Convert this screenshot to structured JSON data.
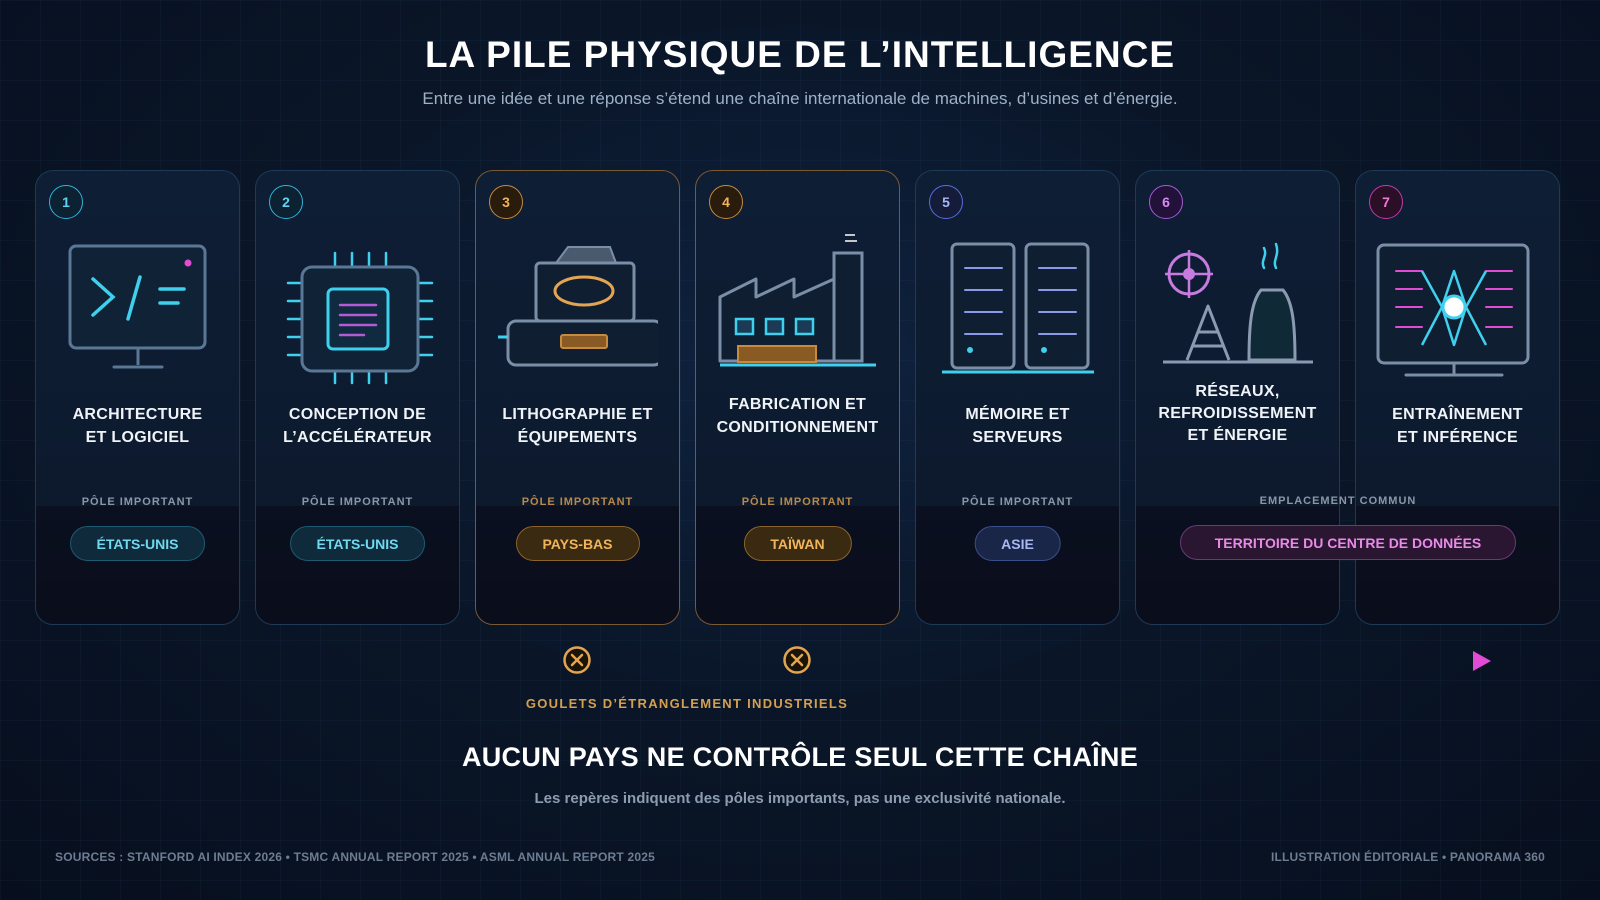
{
  "header": {
    "title": "LA PILE PHYSIQUE DE L’INTELLIGENCE",
    "subtitle": "Entre une idée et une réponse s’étend une chaîne internationale de machines, d’usines et d’énergie."
  },
  "colors": {
    "cyan": "#3fc6e6",
    "amber": "#e3a552",
    "blue": "#7f94e6",
    "purple": "#c77ae0",
    "magenta": "#e24bd4"
  },
  "cards": [
    {
      "number": "1",
      "title_line1": "ARCHITECTURE",
      "title_line2": "ET LOGICIEL",
      "title_line3": "",
      "icon": "code-monitor-icon",
      "pole_label": "PÔLE IMPORTANT",
      "pole": "ÉTATS-UNIS"
    },
    {
      "number": "2",
      "title_line1": "CONCEPTION DE",
      "title_line2": "L’ACCÉLÉRATEUR",
      "title_line3": "",
      "icon": "chip-icon",
      "pole_label": "PÔLE IMPORTANT",
      "pole": "ÉTATS-UNIS"
    },
    {
      "number": "3",
      "title_line1": "LITHOGRAPHIE ET",
      "title_line2": "ÉQUIPEMENTS",
      "title_line3": "",
      "icon": "lithography-machine-icon",
      "pole_label": "PÔLE IMPORTANT",
      "pole": "PAYS-BAS"
    },
    {
      "number": "4",
      "title_line1": "FABRICATION ET",
      "title_line2": "CONDITIONNEMENT",
      "title_line3": "",
      "icon": "factory-icon",
      "pole_label": "PÔLE IMPORTANT",
      "pole": "TAÏWAN"
    },
    {
      "number": "5",
      "title_line1": "MÉMOIRE ET",
      "title_line2": "SERVEURS",
      "title_line3": "",
      "icon": "server-rack-icon",
      "pole_label": "PÔLE IMPORTANT",
      "pole": "ASIE"
    },
    {
      "number": "6",
      "title_line1": "RÉSEAUX,",
      "title_line2": "REFROIDISSEMENT",
      "title_line3": "ET ÉNERGIE",
      "icon": "power-cooling-icon",
      "pole_label": "",
      "pole": ""
    },
    {
      "number": "7",
      "title_line1": "ENTRAÎNEMENT",
      "title_line2": "ET INFÉRENCE",
      "title_line3": "",
      "icon": "neural-monitor-icon",
      "pole_label": "",
      "pole": ""
    }
  ],
  "shared": {
    "label": "EMPLACEMENT COMMUN",
    "pole": "TERRITOIRE DU CENTRE DE DONNÉES"
  },
  "bottleneck": {
    "label": "GOULETS D’ÉTRANGLEMENT INDUSTRIELS",
    "icon": "x-circle-icon"
  },
  "conclusion": {
    "headline": "AUCUN PAYS NE CONTRÔLE SEUL CETTE CHAÎNE",
    "note": "Les repères indiquent des pôles importants, pas une exclusivité nationale."
  },
  "footer": {
    "sources": "SOURCES : STANFORD AI INDEX 2026 • TSMC ANNUAL REPORT 2025 • ASML ANNUAL REPORT 2025",
    "credit": "ILLUSTRATION ÉDITORIALE • PANORAMA 360"
  }
}
